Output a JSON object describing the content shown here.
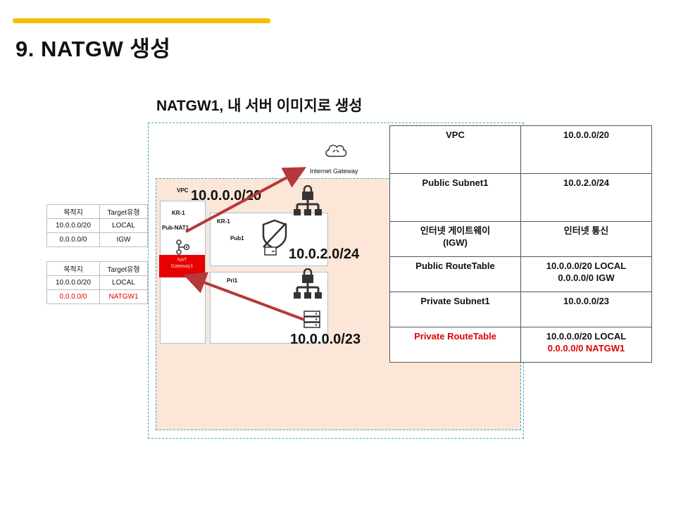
{
  "header": {
    "title": "9. NATGW 생성",
    "subtitle": "NATGW1, 내 서버 이미지로 생성",
    "accent_color": "#f5c000"
  },
  "diagram": {
    "internet_gateway_label": "Internet Gateway",
    "vpc_label": "VPC",
    "vpc_cidr": "10.0.0.0/20",
    "az_label": "KR-1",
    "az_label_2": "KR-1",
    "pub_nat_label": "Pub-NAT1",
    "natgw_line1": "NAT",
    "natgw_line2": "Gateway1",
    "pub1_label": "Pub1",
    "pub1_cidr": "10.0.2.0/24",
    "pri1_label": "Pri1",
    "pri1_cidr": "10.0.0.0/23",
    "arrow_color": "#b5393b"
  },
  "route_tables": {
    "headers": [
      "목적지",
      "Target유형"
    ],
    "public": [
      [
        "10.0.0.0/20",
        "LOCAL"
      ],
      [
        "0.0.0.0/0",
        "IGW"
      ]
    ],
    "private": [
      [
        "10.0.0.0/20",
        "LOCAL"
      ],
      [
        "0.0.0.0/0",
        "NATGW1"
      ]
    ]
  },
  "info_table": {
    "rows": [
      {
        "name": "VPC",
        "value1": "10.0.0.0/20",
        "value2": ""
      },
      {
        "name": "Public Subnet1",
        "value1": "10.0.2.0/24",
        "value2": ""
      },
      {
        "name": "인터넷 게이트웨이",
        "name2": "(IGW)",
        "value1": "인터넷 통신",
        "value2": ""
      },
      {
        "name": "Public RouteTable",
        "value1": "10.0.0.0/20 LOCAL",
        "value2": "0.0.0.0/0 IGW"
      },
      {
        "name": "Private Subnet1",
        "value1": "10.0.0.0/23",
        "value2": ""
      },
      {
        "name": "Private RouteTable",
        "value1": "10.0.0.0/20 LOCAL",
        "value2": "0.0.0.0/0 NATGW1"
      }
    ]
  }
}
